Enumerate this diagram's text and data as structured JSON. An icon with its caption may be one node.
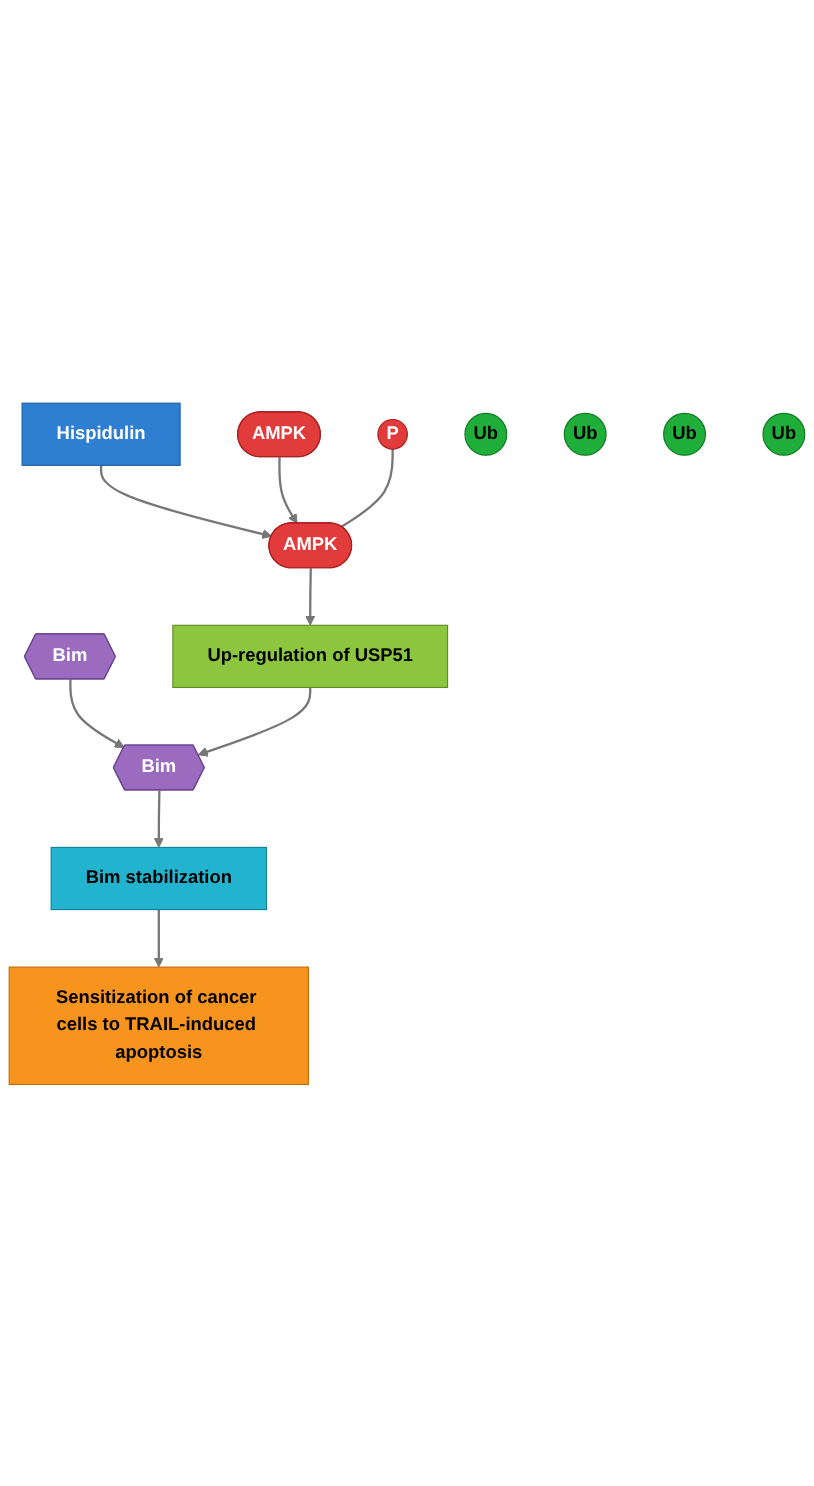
{
  "diagram": {
    "nodes": [
      {
        "text": [
          "Hispidulin"
        ]
      },
      {
        "text": [
          "AMPK"
        ]
      },
      {
        "text": [
          "AMPK"
        ]
      },
      {
        "text": [
          "P"
        ]
      },
      {
        "text": [
          "Up-regulation of USP51"
        ]
      },
      {
        "text": [
          "Bim"
        ]
      },
      {
        "text": [
          "Ub"
        ]
      },
      {
        "text": [
          "Ub"
        ]
      },
      {
        "text": [
          "Ub"
        ]
      },
      {
        "text": [
          "Ub"
        ]
      },
      {
        "text": [
          "Bim"
        ]
      },
      {
        "text": [
          "Bim stabilization"
        ]
      },
      {
        "text": [
          "Sensitization of cancer cells to TRAIL-induced apoptosis"
        ]
      }
    ],
    "edges": [
      {
        "from": 0,
        "to": 2,
        "arrow": "to"
      },
      {
        "from": 1,
        "to": 2,
        "arrow": "to"
      },
      {
        "from": 3,
        "to": 2,
        "arrow": "none"
      },
      {
        "from": 2,
        "to": 4,
        "arrow": "to"
      },
      {
        "from": 5,
        "to": 10,
        "arrow": "to"
      },
      {
        "from": 4,
        "to": 10,
        "arrow": "to"
      },
      {
        "from": 10,
        "to": 11,
        "arrow": "to"
      },
      {
        "from": 11,
        "to": 12,
        "arrow": "to"
      }
    ]
  }
}
